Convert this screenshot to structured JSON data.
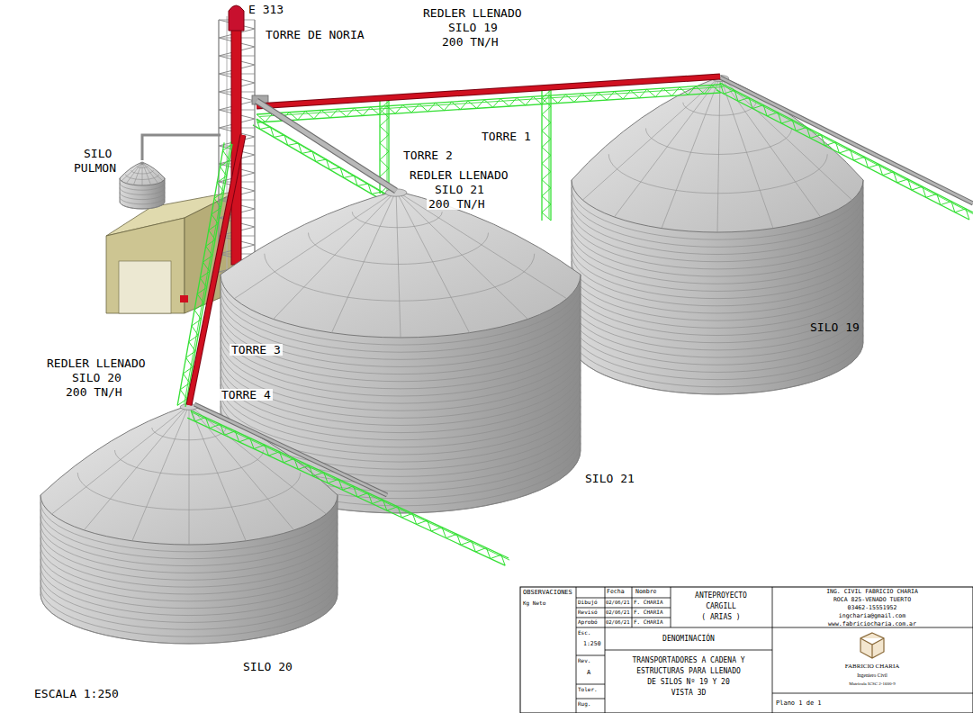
{
  "diagram": {
    "labels": [
      "E 313",
      "TORRE DE NORIA",
      "REDLER LLENADO",
      "SILO 19",
      "200 TN/H",
      "TORRE 1",
      "TORRE 2",
      "REDLER LLENADO",
      "SILO 21",
      "200 TN/H",
      "SILO",
      "PULMON",
      "REDLER LLENADO",
      "SILO 20",
      "200 TN/H",
      "TORRE 3",
      "TORRE 4",
      "SILO 19",
      "SILO 21",
      "SILO 20",
      "ESCALA 1:250",
      "OBSERVACIONES",
      "Kg Neto",
      "Fecha",
      "Nombre",
      "Dibujó",
      "02/06/21",
      "F. CHARIA",
      "Revisó",
      "02/06/21",
      "F. CHARIA",
      "Aprobó",
      "02/06/21",
      "F. CHARIA",
      "ANTEPROYECTO",
      "CARGILL",
      "( ARIAS )",
      "Esc.",
      "1:250",
      "Rev.",
      "A",
      "Toler.",
      "Rug.",
      "DENOMINACIÓN",
      "TRANSPORTADORES A CADENA Y",
      "ESTRUCTURAS PARA LLENADO",
      "DE SILOS Nº 19 Y 20",
      "VISTA 3D",
      "ING. CIVIL FABRICIO CHARIA",
      "ROCA 825-VENADO TUERTO",
      "03462-15551952",
      "ingcharia@gmail.com",
      "www.fabriciocharia.com.ar",
      "FABRICIO CHARIA",
      "Ingeniero Civil",
      "Matrícula ICSC 2-1600-9",
      "Plano 1 de 1"
    ]
  }
}
